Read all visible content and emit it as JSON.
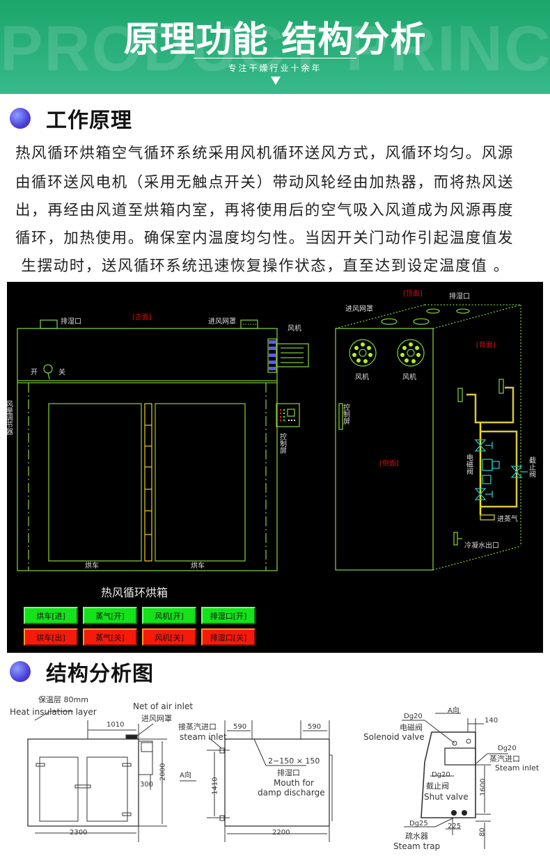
{
  "hero": {
    "watermark": "PRODUCT PRINCIPLE",
    "title": "原理功能 结构分析",
    "subtitle": "专注干燥行业十余年"
  },
  "section1": {
    "title": "工作原理",
    "paragraph": [
      "热风循环烘箱空气循环系统采用风机循环送风方式，风循环均匀。风源",
      "由循环送风电机（采用无触点开关）带动风轮经由加热器，而将热风送",
      "出，再经由风道至烘箱内室，再将使用后的空气吸入风道成为风源再度",
      "循环，加热使用。确保室内温度均匀性。当因开关门动作引起温度值发",
      " 生摆动时，送风循环系统迅速恢复操作状态，直至达到设定温度值 。"
    ]
  },
  "diagram": {
    "front": {
      "view": "[正面]",
      "exhaust": "排湿口",
      "inlet_net": "进风网罩",
      "fan": "风机",
      "on": "开",
      "off": "关",
      "damper": "风量调节器",
      "control": "控制屏",
      "cart_left": "烘车",
      "cart_right": "烘车"
    },
    "side": {
      "top_view": "[顶面]",
      "exhaust": "排湿口",
      "inlet_net": "进风网罩",
      "back_view": "[背面]",
      "fan1": "风机",
      "fan2": "风机",
      "control": "控制屏",
      "side_view": "[侧面]",
      "solenoid": "电磁阀",
      "shut_valve": "截止阀",
      "steam_in": "进蒸气",
      "condensate": "冷凝水出口"
    },
    "panel_title": "热风循环烘箱",
    "buttons": [
      {
        "label": "烘车[进]",
        "state": "on"
      },
      {
        "label": "蒸气[开]",
        "state": "on"
      },
      {
        "label": "风机[开]",
        "state": "on"
      },
      {
        "label": "排湿口[开]",
        "state": "on"
      },
      {
        "label": "烘车[出]",
        "state": "off"
      },
      {
        "label": "蒸气[关]",
        "state": "off"
      },
      {
        "label": "风机[关]",
        "state": "off"
      },
      {
        "label": "排湿口[关]",
        "state": "off"
      }
    ],
    "colors": {
      "line": "#7ec832",
      "on": "#14e21a",
      "off": "#f51a0a",
      "red_label": "#d01010"
    }
  },
  "section2": {
    "title": "结构分析图"
  },
  "drawing": {
    "insulation_cn": "保温层 80mm",
    "insulation_en": "Heat insulation layer",
    "net_en": "Net of air inlet",
    "net_cn": "进风网罩",
    "d1010": "1010",
    "steam_cn": "接蒸汽进口",
    "steam_en": "steam inlet",
    "d590a": "590",
    "d590b": "590",
    "damp_size": "2−150 × 150",
    "damp_cn": "排湿口",
    "damp_en1": "Mouth for",
    "damp_en2": "damp discharge",
    "a_dir": "A向",
    "d1410": "1410",
    "d2000": "2000",
    "d300": "300",
    "d2300": "2300",
    "d2200": "2200",
    "r_a_dir": "A向",
    "d140": "140",
    "sol_dg": "Dg20",
    "sol_cn": "电磁阀",
    "sol_en": "Solenoid valve",
    "si_dg": "Dg20",
    "si_cn": "蒸汽进口",
    "si_en": "Steam inlet",
    "sv_dg": "Dg20",
    "sv_cn": "截止阀",
    "sv_en": "Shut valve",
    "d1600": "1600",
    "st_dg": "Dg25",
    "d225": "225",
    "d80": "80",
    "st_cn": "疏水器",
    "st_en": "Steam trap"
  }
}
